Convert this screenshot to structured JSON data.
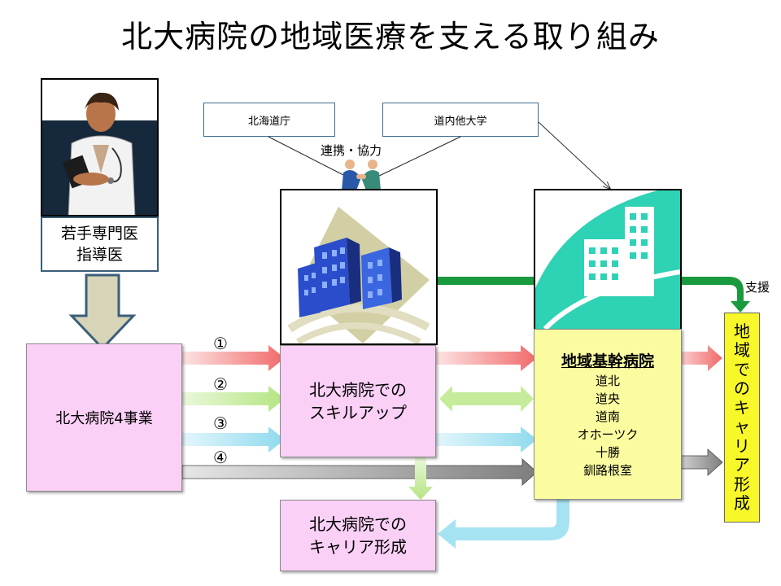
{
  "title": "北大病院の地域医療を支える取り組み",
  "doctor_caption": {
    "line1": "若手専門医",
    "line2": "指導医"
  },
  "partners": {
    "hokkaido": "北海道庁",
    "universities": "道内他大学"
  },
  "cooperation": "連携・協力",
  "support": "支援",
  "main_box": "北大病院4事業",
  "skillup": {
    "line1": "北大病院での",
    "line2": "スキルアップ"
  },
  "career_hu": {
    "line1": "北大病院での",
    "line2": "キャリア形成"
  },
  "regional": {
    "heading": "地域基幹病院",
    "areas": [
      "道北",
      "道央",
      "道南",
      "オホーツク",
      "十勝",
      "釧路根室"
    ]
  },
  "regional_career": [
    "地",
    "域",
    "で",
    "の",
    "キ",
    "ャ",
    "リ",
    "ア",
    "形",
    "成"
  ],
  "numbers": [
    "①",
    "②",
    "③",
    "④"
  ],
  "colors": {
    "pink_box": "#fbd0f7",
    "yellow_box": "#fbfba0",
    "arrow_red": "#f47d7d",
    "arrow_green": "#c4ec9a",
    "arrow_cyan": "#a6e3f2",
    "arrow_gray": "#9a9a9a",
    "arrow_support": "#1a9a3e",
    "down_arrow": "#d8d4b8",
    "building_blue": "#2a4ecb",
    "building_teal": "#2ed2b4"
  },
  "icons": [
    "doctor-photo",
    "handshake-icon",
    "office-buildings-icon",
    "hospital-icon"
  ]
}
